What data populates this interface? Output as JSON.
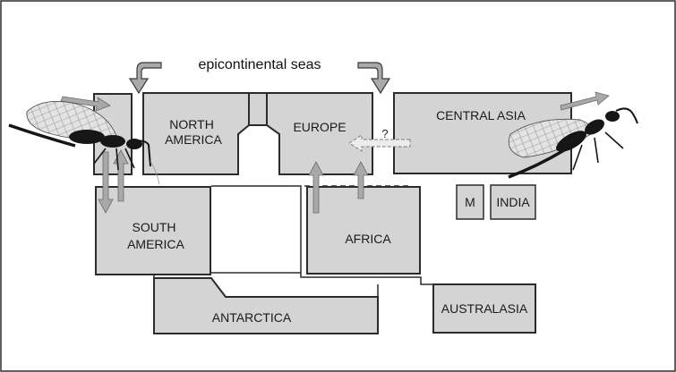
{
  "diagram": {
    "heading": "epicontinental seas",
    "uncertain_marker": "?",
    "regions": {
      "north_america": [
        "NORTH",
        "AMERICA"
      ],
      "europe": "EUROPE",
      "central_asia": "CENTRAL ASIA",
      "south_america": [
        "SOUTH",
        "AMERICA"
      ],
      "africa": "AFRICA",
      "madagascar": "M",
      "india": "INDIA",
      "antarctica": "ANTARCTICA",
      "australasia": "AUSTRALASIA"
    },
    "colors": {
      "land_fill": "#d4d4d4",
      "outline": "#2b2b2b",
      "arrow_fill": "#a9a9a9",
      "insect": "#161616",
      "wing": "#e3e3e3"
    },
    "icons": [
      "curved-arrow-icon",
      "dispersal-arrow-icon",
      "wasp-silhouette-icon"
    ]
  }
}
